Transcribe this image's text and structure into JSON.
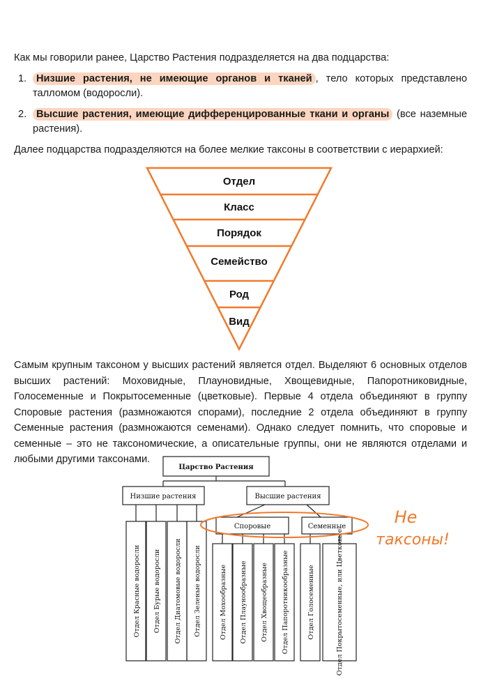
{
  "intro": "Как мы говорили ранее, Царство Растения подразделяется на два подцарства:",
  "subkingdoms": [
    {
      "num": "1.",
      "highlight": "Низшие растения, не имеющие органов и тканей",
      "rest": ", тело которых представлено талломом (водоросли)."
    },
    {
      "num": "2.",
      "highlight": "Высшие растения, имеющие дифференцированные ткани и органы",
      "rest": " (все наземные растения)."
    }
  ],
  "hierarchy_intro": "Далее подцарства подразделяются на более мелкие таксоны в соответствии с иерархией:",
  "pyramid": [
    "Отдел",
    "Класс",
    "Порядок",
    "Семейство",
    "Род",
    "Вид"
  ],
  "body_paragraph": "Самым крупным таксоном у высших растений является отдел. Выделяют 6 основных отделов высших растений: Моховидные, Плауновидные, Хвощевидные, Папоротниковидные, Голосеменные и Покрытосеменные (цветковые). Первые 4 отдела объединяют в группу Споровые растения (размножаются спорами), последние 2 отдела объединяют в группу Семенные растения (размножаются семенами). Однако следует помнить, что споровые и семенные – это не таксономические, а описательные группы, они не являются отделами и любыми другими таксонами.",
  "tree": {
    "root": "Царство Растения",
    "lower": "Низшие растения",
    "higher": "Высшие растения",
    "spore": "Споровые",
    "seed": "Семенные",
    "lower_divisions": [
      "Отдел Красные водоросли",
      "Отдел Бурые водоросли",
      "Отдел Диатомовые водоросли",
      "Отдел Зеленые водоросли"
    ],
    "higher_divisions": [
      "Отдел Мохообразные",
      "Отдел Плаунообразные",
      "Отдел Хвощеобразные",
      "Отдел Папоротникообразные",
      "Отдел Голосеменные",
      "Отдел Покрытосеменные, или Цветковые"
    ]
  },
  "annotation": [
    "Не",
    "таксоны!"
  ],
  "colors": {
    "accent": "#f07a2c",
    "highlight": "#fbd5bf",
    "text": "#1a1a1a"
  }
}
